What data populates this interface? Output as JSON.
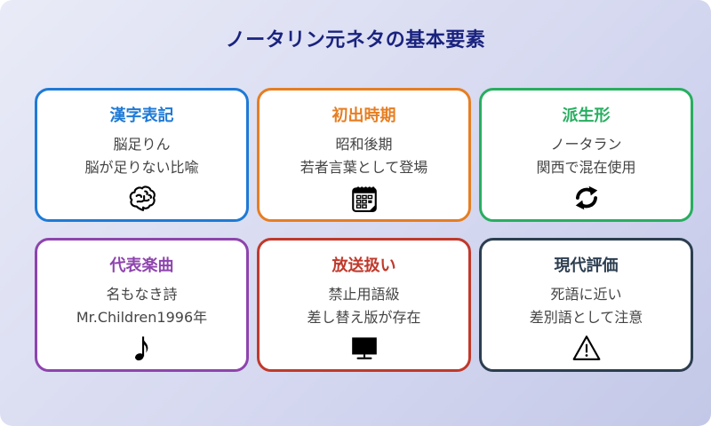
{
  "page": {
    "title": "ノータリン元ネタの基本要素"
  },
  "colors": {
    "background_start": "#e9ebf7",
    "background_end": "#c3c8e8",
    "title": "#1a237e",
    "body_text": "#444444",
    "card_background": "#ffffff"
  },
  "cards": [
    {
      "title": "漢字表記",
      "lines": [
        "脳足りん",
        "脳が足りない比喩"
      ],
      "icon": "brain-icon",
      "color": "#1e7ad6"
    },
    {
      "title": "初出時期",
      "lines": [
        "昭和後期",
        "若者言葉として登場"
      ],
      "icon": "calendar-icon",
      "color": "#e67e22"
    },
    {
      "title": "派生形",
      "lines": [
        "ノータラン",
        "関西で混在使用"
      ],
      "icon": "refresh-icon",
      "color": "#27ae60"
    },
    {
      "title": "代表楽曲",
      "lines": [
        "名もなき詩",
        "Mr.Children1996年"
      ],
      "icon": "music-note-icon",
      "color": "#8e44ad"
    },
    {
      "title": "放送扱い",
      "lines": [
        "禁止用語級",
        "差し替え版が存在"
      ],
      "icon": "monitor-icon",
      "color": "#c0392b"
    },
    {
      "title": "現代評価",
      "lines": [
        "死語に近い",
        "差別語として注意"
      ],
      "icon": "warning-icon",
      "color": "#2c3e50"
    }
  ]
}
